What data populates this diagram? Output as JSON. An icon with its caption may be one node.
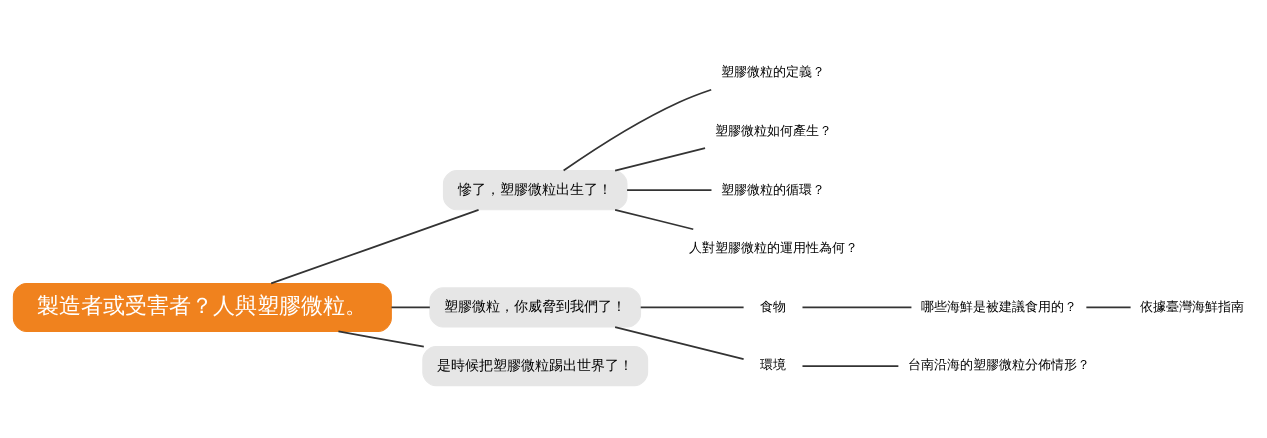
{
  "diagram": {
    "nodes": [
      {
        "text": [
          "製造者或受害者？人與塑膠微粒。"
        ]
      },
      {
        "text": [
          "慘了，塑膠微粒出生了！"
        ]
      },
      {
        "text": [
          "塑膠微粒的定義？"
        ]
      },
      {
        "text": [
          "塑膠微粒如何產生？"
        ]
      },
      {
        "text": [
          "塑膠微粒的循環？"
        ]
      },
      {
        "text": [
          "人對塑膠微粒的運用性為何？"
        ]
      },
      {
        "text": [
          "塑膠微粒，你威脅到我們了！"
        ]
      },
      {
        "text": [
          "食物"
        ]
      },
      {
        "text": [
          "哪些海鮮是被建議食用的？"
        ]
      },
      {
        "text": [
          "依據臺灣海鮮指南"
        ]
      },
      {
        "text": [
          "環境"
        ]
      },
      {
        "text": [
          "台南沿海的塑膠微粒分佈情形？"
        ]
      },
      {
        "text": [
          "是時候把塑膠微粒踢出世界了！"
        ]
      }
    ],
    "edges": [
      {
        "from": 0,
        "to": 1,
        "arrow": "none"
      },
      {
        "from": 1,
        "to": 2,
        "arrow": "none"
      },
      {
        "from": 1,
        "to": 3,
        "arrow": "none"
      },
      {
        "from": 1,
        "to": 4,
        "arrow": "none"
      },
      {
        "from": 1,
        "to": 5,
        "arrow": "none"
      },
      {
        "from": 0,
        "to": 6,
        "arrow": "none"
      },
      {
        "from": 6,
        "to": 7,
        "arrow": "none"
      },
      {
        "from": 7,
        "to": 8,
        "arrow": "none"
      },
      {
        "from": 8,
        "to": 9,
        "arrow": "none"
      },
      {
        "from": 6,
        "to": 10,
        "arrow": "none"
      },
      {
        "from": 10,
        "to": 11,
        "arrow": "none"
      },
      {
        "from": 0,
        "to": 12,
        "arrow": "none"
      }
    ]
  }
}
